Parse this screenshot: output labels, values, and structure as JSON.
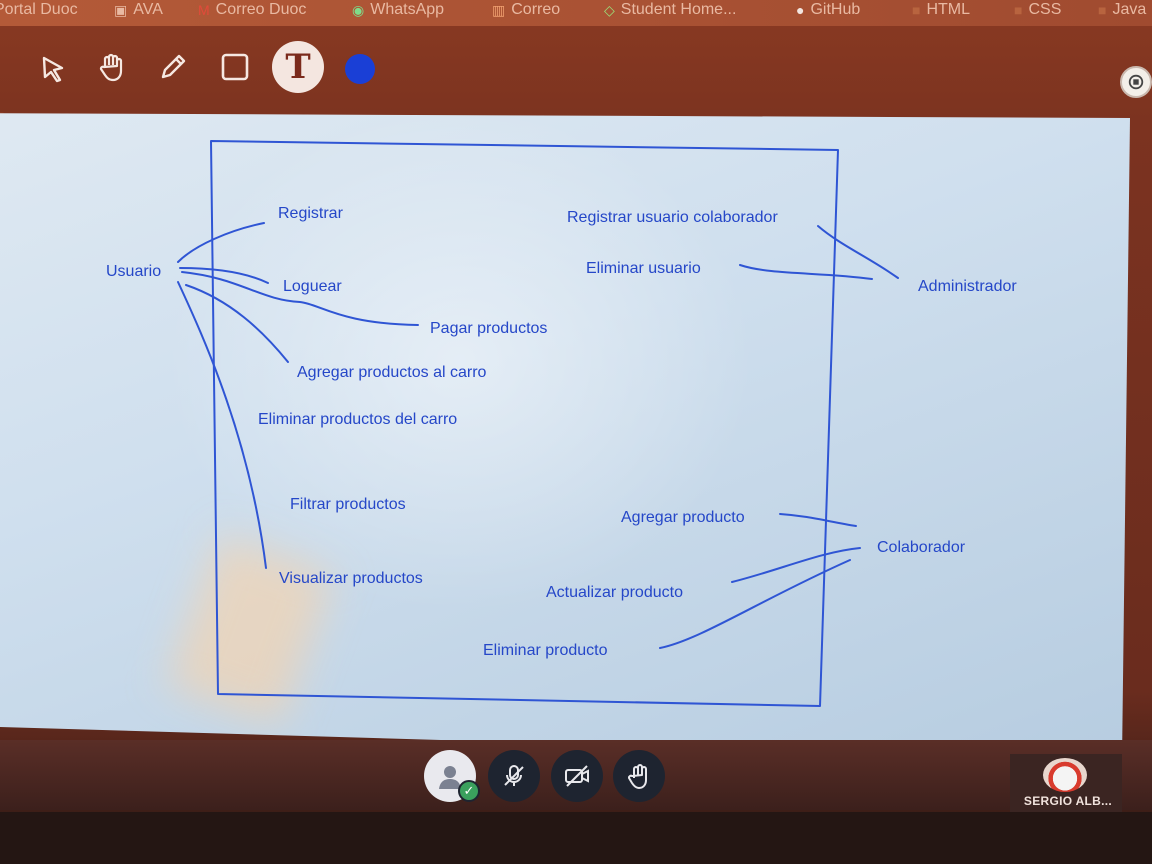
{
  "bookmarks": [
    {
      "label": "Portal Duoc",
      "icon": "bookmark-icon"
    },
    {
      "label": "AVA",
      "icon": "blackboard-icon"
    },
    {
      "label": "Correo Duoc",
      "icon": "gmail-icon"
    },
    {
      "label": "WhatsApp",
      "icon": "whatsapp-icon"
    },
    {
      "label": "Correo",
      "icon": "office-icon"
    },
    {
      "label": "Student Home...",
      "icon": "student-home-icon"
    },
    {
      "label": "GitHub",
      "icon": "github-icon"
    },
    {
      "label": "HTML",
      "icon": "folder-icon"
    },
    {
      "label": "CSS",
      "icon": "folder-icon"
    },
    {
      "label": "Java",
      "icon": "folder-icon"
    }
  ],
  "toolbar": {
    "tools": [
      "select-tool",
      "pan-tool",
      "pencil-tool",
      "rectangle-tool",
      "text-tool",
      "color-picker"
    ],
    "active_tool": "text-tool",
    "text_tool_glyph": "T",
    "current_color": "#1a3fd6"
  },
  "diagram": {
    "actors": {
      "usuario": "Usuario",
      "administrador": "Administrador",
      "colaborador": "Colaborador"
    },
    "use_cases": {
      "registrar": "Registrar",
      "loguear": "Loguear",
      "pagar_productos": "Pagar productos",
      "agregar_carro": "Agregar productos al carro",
      "eliminar_carro": "Eliminar productos del carro",
      "filtrar": "Filtrar productos",
      "visualizar": "Visualizar productos",
      "registrar_colaborador": "Registrar usuario colaborador",
      "eliminar_usuario": "Eliminar usuario",
      "agregar_producto": "Agregar producto",
      "actualizar_producto": "Actualizar producto",
      "eliminar_producto": "Eliminar producto"
    },
    "ink_color": "#2547c8"
  },
  "conference": {
    "controls": [
      "user-status-button",
      "mute-mic-button",
      "camera-off-button",
      "raise-hand-button"
    ],
    "presenter_name": "SERGIO ALB..."
  }
}
